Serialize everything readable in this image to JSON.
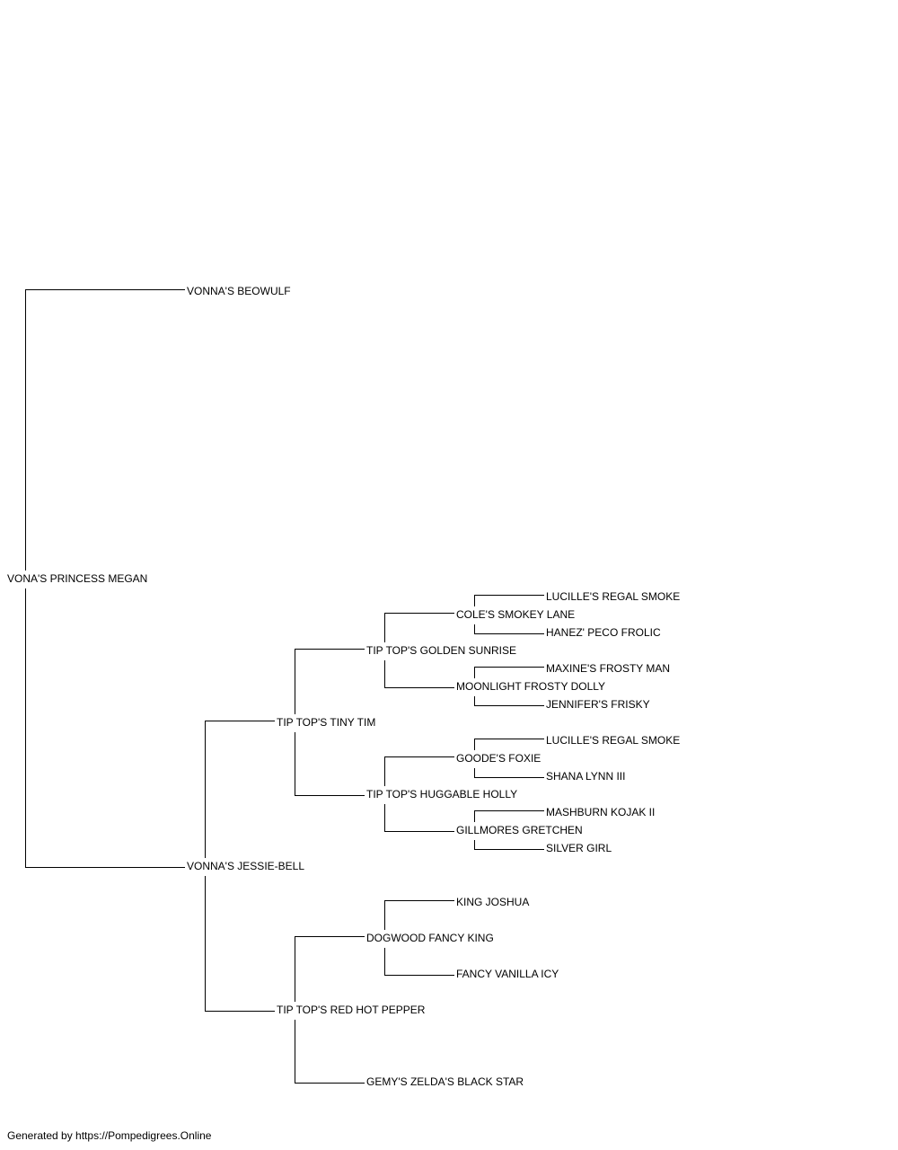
{
  "pedigree": {
    "subject": "VONA'S PRINCESS MEGAN",
    "sire": "VONNA'S BEOWULF",
    "dam": "VONNA'S JESSIE-BELL",
    "dam_sire": "TIP TOP'S TINY TIM",
    "dam_dam": "TIP TOP'S RED HOT PEPPER",
    "dam_sire_sire": "TIP TOP'S GOLDEN SUNRISE",
    "dam_sire_dam": "TIP TOP'S HUGGABLE HOLLY",
    "dam_dam_sire": "DOGWOOD FANCY KING",
    "dam_dam_dam": "GEMY'S ZELDA'S BLACK STAR",
    "dam_sire_sire_sire": "COLE'S SMOKEY LANE",
    "dam_sire_sire_dam": "MOONLIGHT FROSTY DOLLY",
    "dam_sire_dam_sire": "GOODE'S FOXIE",
    "dam_sire_dam_dam": "GILLMORES GRETCHEN",
    "dam_dam_sire_sire": "KING JOSHUA",
    "dam_dam_sire_dam": "FANCY VANILLA ICY",
    "g5_1": "LUCILLE'S REGAL SMOKE",
    "g5_2": "HANEZ' PECO FROLIC",
    "g5_3": "MAXINE'S FROSTY MAN",
    "g5_4": "JENNIFER'S FRISKY",
    "g5_5": "LUCILLE'S REGAL SMOKE",
    "g5_6": "SHANA LYNN III",
    "g5_7": "MASHBURN KOJAK II",
    "g5_8": "SILVER GIRL"
  },
  "footer": {
    "credit": "Generated by https://Pompedigrees.Online"
  }
}
